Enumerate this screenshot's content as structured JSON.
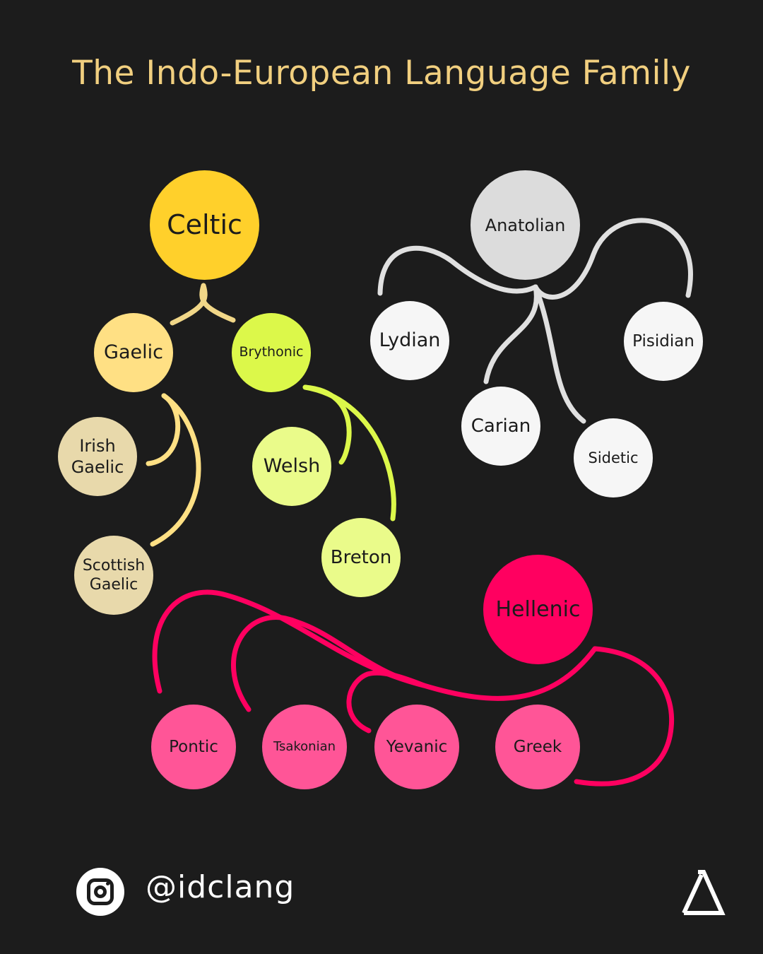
{
  "title": "The Indo-European Language Family",
  "colors": {
    "background": "#1c1c1c",
    "title": "#f1cf7f",
    "celtic": "#ffd02b",
    "gaelic": "#ffe084",
    "gaelic_children": "#e8d9ab",
    "brythonic": "#dcf84a",
    "brythonic_children": "#eafb8a",
    "anatolian": "#dcdcdc",
    "anatolian_children": "#f6f6f6",
    "hellenic": "#ff0060",
    "hellenic_children": "#ff5597"
  },
  "groups": {
    "celtic": {
      "root": "Celtic",
      "gaelic": {
        "label": "Gaelic",
        "children": [
          "Irish Gaelic",
          "Scottish Gaelic"
        ]
      },
      "brythonic": {
        "label": "Brythonic",
        "children": [
          "Welsh",
          "Breton"
        ]
      }
    },
    "anatolian": {
      "root": "Anatolian",
      "children": [
        "Lydian",
        "Carian",
        "Sidetic",
        "Pisidian"
      ]
    },
    "hellenic": {
      "root": "Hellenic",
      "children": [
        "Pontic",
        "Tsakonian",
        "Yevanic",
        "Greek"
      ]
    }
  },
  "footer": {
    "icon": "instagram-icon",
    "handle": "@idclang",
    "logo": "delta-logo"
  }
}
